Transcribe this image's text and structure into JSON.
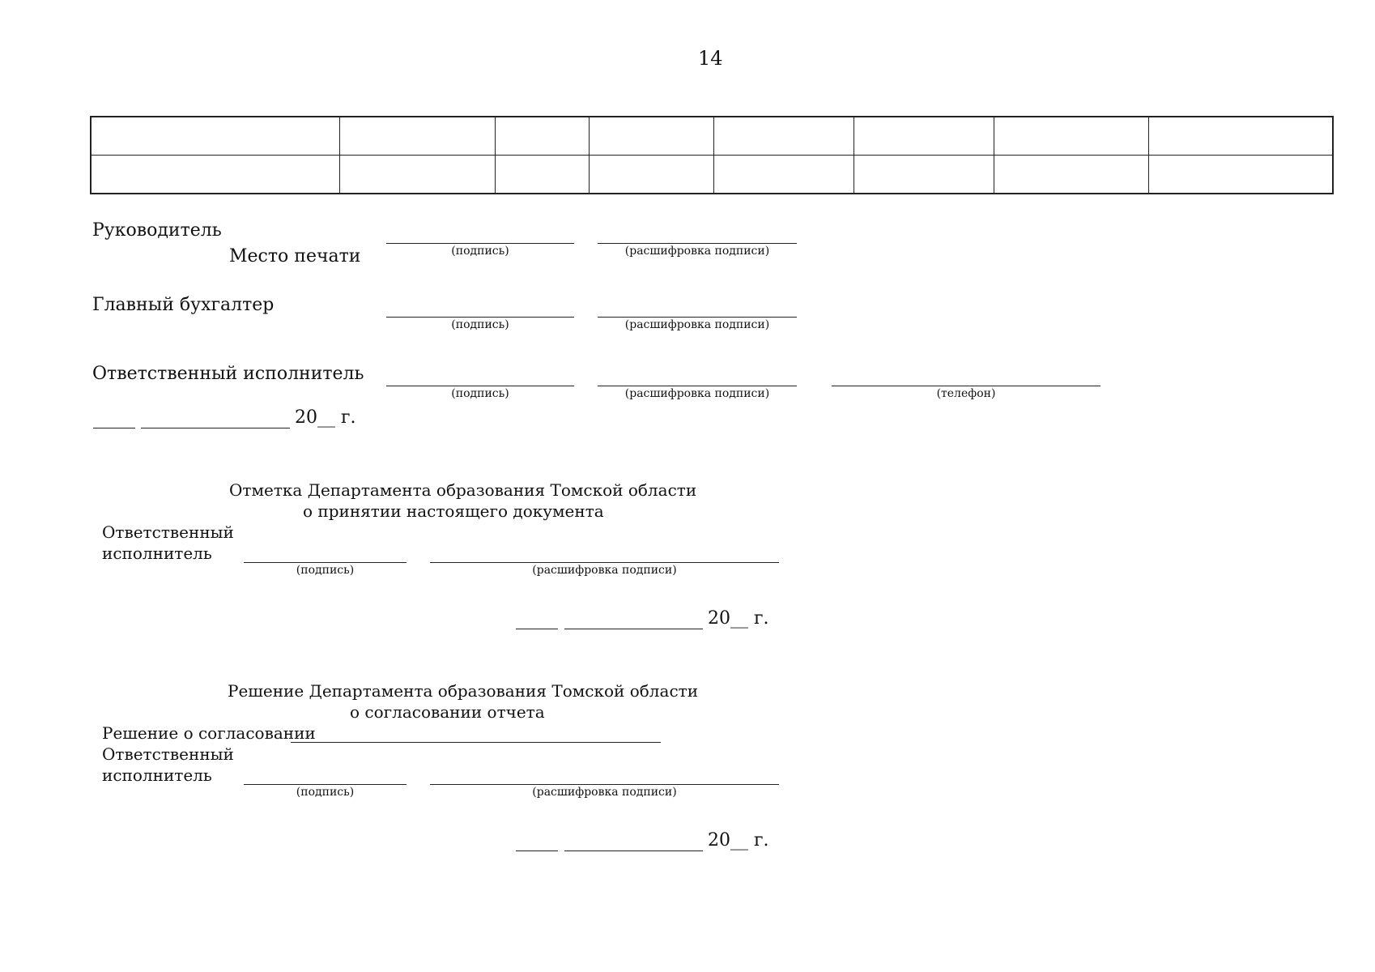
{
  "page_number": "14",
  "signatures": {
    "head": "Руководитель",
    "stamp": "Место печати",
    "chief_accountant": "Главный бухгалтер",
    "executor": "Ответственный исполнитель",
    "caption_signature": "(подпись)",
    "caption_decode": "(расшифровка подписи)",
    "caption_phone": "(телефон)",
    "date_year": "20__ г."
  },
  "mark_section": {
    "title_line1": "Отметка Департамента образования Томской области",
    "title_line2": "о принятии настоящего документа",
    "executor_line1": "Ответственный",
    "executor_line2": "исполнитель",
    "caption_signature": "(подпись)",
    "caption_decode": "(расшифровка подписи)",
    "date_year": "20__ г."
  },
  "decision_section": {
    "title_line1": "Решение Департамента образования Томской области",
    "title_line2": "о согласовании отчета",
    "decision_label": "Решение о согласовании",
    "executor_line1": "Ответственный",
    "executor_line2": "исполнитель",
    "caption_signature": "(подпись)",
    "caption_decode": "(расшифровка подписи)",
    "date_year": "20__ г."
  }
}
